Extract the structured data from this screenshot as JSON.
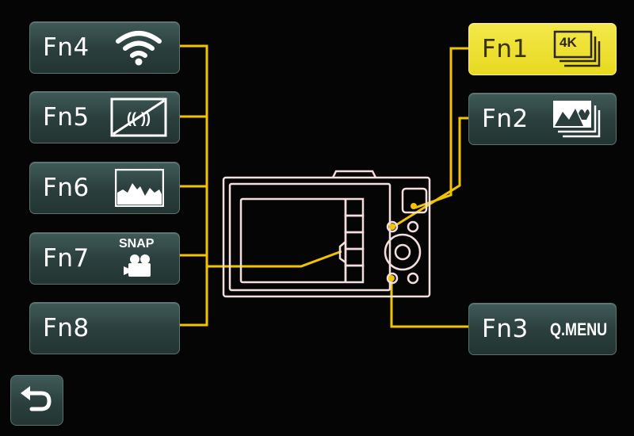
{
  "left_buttons": [
    {
      "label": "Fn4",
      "icon": "wifi-icon"
    },
    {
      "label": "Fn5",
      "icon": "no-stabilizer-icon"
    },
    {
      "label": "Fn6",
      "icon": "histogram-icon"
    },
    {
      "label": "Fn7",
      "icon": "snap-movie-icon",
      "icon_text": "SNAP"
    },
    {
      "label": "Fn8",
      "icon": ""
    }
  ],
  "right_buttons": [
    {
      "label": "Fn1",
      "icon": "4k-photo-icon",
      "icon_text": "4K",
      "selected": true
    },
    {
      "label": "Fn2",
      "icon": "post-focus-icon",
      "selected": false
    },
    {
      "label": "Fn3",
      "icon": "q-menu-text",
      "icon_text": "Q.MENU",
      "selected": false
    }
  ],
  "back_button": {
    "icon": "return-arrow-icon"
  },
  "colors": {
    "connector": "#f2c300",
    "selected_bg": "#eadc24",
    "button_bg": "#2f4543",
    "camera_outline": "#f4dede"
  }
}
